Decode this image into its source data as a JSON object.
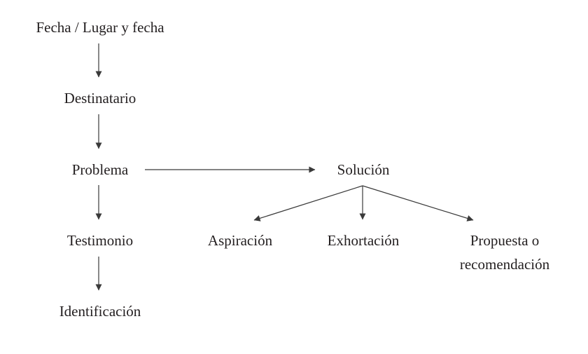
{
  "nodes": {
    "fecha": "Fecha / Lugar y fecha",
    "destinatario": "Destinatario",
    "problema": "Problema",
    "testimonio": "Testimonio",
    "identificacion": "Identificación",
    "solucion": "Solución",
    "aspiracion": "Aspiración",
    "exhortacion": "Exhortación",
    "propuesta_line1": "Propuesta o",
    "propuesta_line2": "recomendación"
  },
  "edges": [
    {
      "from": "fecha",
      "to": "destinatario"
    },
    {
      "from": "destinatario",
      "to": "problema"
    },
    {
      "from": "problema",
      "to": "testimonio"
    },
    {
      "from": "testimonio",
      "to": "identificacion"
    },
    {
      "from": "problema",
      "to": "solucion"
    },
    {
      "from": "solucion",
      "to": "aspiracion"
    },
    {
      "from": "solucion",
      "to": "exhortacion"
    },
    {
      "from": "solucion",
      "to": "propuesta"
    }
  ],
  "colors": {
    "text": "#231f20",
    "lines": "#3a3a3a",
    "background": "#ffffff"
  }
}
